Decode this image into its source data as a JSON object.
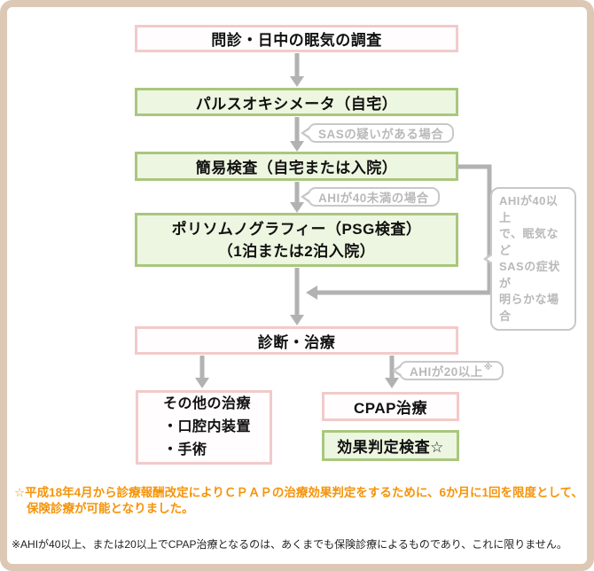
{
  "diagram": {
    "boxes": {
      "interview": "問診・日中の眠気の調査",
      "pulse_oximeter": "パルスオキシメータ（自宅）",
      "simple_test": "簡易検査（自宅または入院）",
      "psg_line1": "ポリソムノグラフィー（PSG検査）",
      "psg_line2": "（1泊または2泊入院）",
      "diagnosis": "診断・治療",
      "other_line1": "その他の治療",
      "other_line2": "・口腔内装置",
      "other_line3": "・手術",
      "cpap": "CPAP治療",
      "effect_check": "効果判定検査☆"
    },
    "condition_labels": {
      "sas_suspected": "SASの疑いがある場合",
      "ahi_under_40": "AHIが40未満の場合",
      "ahi_over_20": "AHIが20以上",
      "ahi_over_20_mark": "※",
      "side_note": "AHIが40以上\nで、眠気など\nSASの症状が\n明らかな場合"
    },
    "footnotes": {
      "star": "☆平成18年4月から診療報酬改定によりＣＰＡＰの治療効果判定をするために、6か月に1回を限度として、\n保険診療が可能となりました。",
      "asterisk": "※AHIが40以上、または20以上でCPAP治療となるのは、あくまでも保険診療によるものであり、これに限りません。"
    },
    "colors": {
      "frame_beige": "#dcc8b4",
      "green_fill": "#edf6e0",
      "green_border": "#a9c77e",
      "pink_fill": "#fffdfd",
      "pink_border": "#f2caca",
      "connector_gray": "#b2b2b2",
      "label_gray": "#b9b9b9",
      "note_orange": "#f5940a",
      "text_black": "#111111"
    }
  }
}
